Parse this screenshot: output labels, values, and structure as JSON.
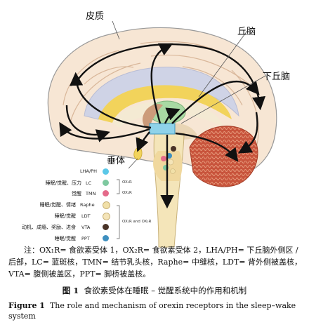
{
  "labels": {
    "cortex": "皮质",
    "thalamus": "丘脑",
    "hypothalamus": "下丘脑",
    "pituitary": "垂体"
  },
  "legend": [
    {
      "abbr": "LHA/PH",
      "function": "",
      "color": "#5bc8e8"
    },
    {
      "abbr": "LC",
      "function": "睡眠/觉醒、压力",
      "color": "#7ec9a0"
    },
    {
      "abbr": "TMN",
      "function": "觉醒",
      "color": "#e46a8a"
    },
    {
      "abbr": "Raphe",
      "function": "睡眠/觉醒、情绪",
      "color": "#f1e0a8"
    },
    {
      "abbr": "LDT",
      "function": "睡眠/觉醒",
      "color": "#f4e4b8"
    },
    {
      "abbr": "VTA",
      "function": "动机、成瘾、奖励、进食",
      "color": "#4a3428"
    },
    {
      "abbr": "PPT",
      "function": "睡眠/觉醒",
      "color": "#3e8fbf"
    }
  ],
  "receptors": {
    "lc_tmn_1": "OX₁R",
    "lc_tmn_2": "OX₂R",
    "lower": "OX₁R and OX₂R"
  },
  "note": "注：OX₁R= 食欲素受体 1，OX₂R= 食欲素受体 2，LHA/PH= 下丘脑外侧区 / 后部，LC= 蓝斑核，TMN= 结节乳头核，Raphe= 中缝核，LDT= 背外侧被盖核，VTA= 腹侧被盖区，PPT= 脚桥被盖核。",
  "figure_cn_label": "图 1",
  "figure_cn_title": "食欲素受体在睡眠 – 觉醒系统中的作用和机制",
  "figure_en_label": "Figure 1",
  "figure_en_title": "The role and mechanism of orexin receptors in the sleep–wake system"
}
